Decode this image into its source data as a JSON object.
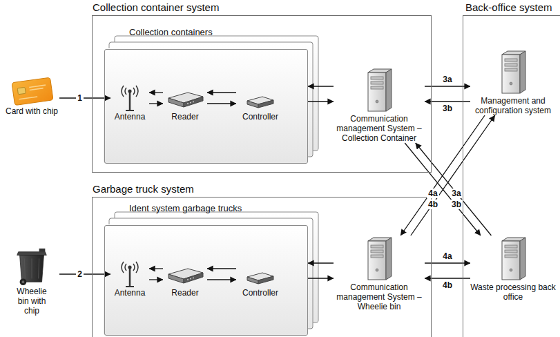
{
  "diagram": {
    "nodes": [
      {
        "text": [
          "Collection container system"
        ]
      },
      {
        "text": [
          "Collection containers"
        ],
        "in": 0
      },
      {
        "text": [
          "Antenna"
        ],
        "in": 1
      },
      {
        "text": [
          "Reader"
        ],
        "in": 1
      },
      {
        "text": [
          "Controller"
        ],
        "in": 1
      },
      {
        "text": [
          "Communication management System – Collection Container"
        ],
        "in": 0
      },
      {
        "text": [
          "Card with chip"
        ]
      },
      {
        "text": [
          "Back-office system"
        ]
      },
      {
        "text": [
          "Management and configuration system"
        ],
        "in": 7
      },
      {
        "text": [
          "Waste processing back office"
        ],
        "in": 7
      },
      {
        "text": [
          "Garbage truck system"
        ]
      },
      {
        "text": [
          "Ident system garbage trucks"
        ],
        "in": 10
      },
      {
        "text": [
          "Antenna"
        ],
        "in": 11
      },
      {
        "text": [
          "Reader"
        ],
        "in": 11
      },
      {
        "text": [
          "Controller"
        ],
        "in": 11
      },
      {
        "text": [
          "Communication management System – Wheelie bin"
        ],
        "in": 10
      },
      {
        "text": [
          "Wheelie bin with chip"
        ]
      }
    ],
    "edges": [
      {
        "from": 6,
        "to": 2,
        "label": "1",
        "arrow": "to"
      },
      {
        "from": 3,
        "to": 2,
        "arrow": "to"
      },
      {
        "from": 2,
        "to": 3,
        "arrow": "to"
      },
      {
        "from": 4,
        "to": 3,
        "arrow": "to"
      },
      {
        "from": 3,
        "to": 4,
        "arrow": "to"
      },
      {
        "from": 5,
        "to": 1,
        "arrow": "to"
      },
      {
        "from": 1,
        "to": 5,
        "arrow": "to"
      },
      {
        "from": 5,
        "to": 8,
        "label": "3a",
        "arrow": "to"
      },
      {
        "from": 8,
        "to": 5,
        "label": "3b",
        "arrow": "to"
      },
      {
        "from": 5,
        "to": 9,
        "label": "3a",
        "arrow": "to"
      },
      {
        "from": 9,
        "to": 5,
        "label": "3b",
        "arrow": "to"
      },
      {
        "from": 16,
        "to": 12,
        "label": "2",
        "arrow": "to"
      },
      {
        "from": 13,
        "to": 12,
        "arrow": "to"
      },
      {
        "from": 12,
        "to": 13,
        "arrow": "to"
      },
      {
        "from": 14,
        "to": 13,
        "arrow": "to"
      },
      {
        "from": 13,
        "to": 14,
        "arrow": "to"
      },
      {
        "from": 15,
        "to": 11,
        "arrow": "to"
      },
      {
        "from": 11,
        "to": 15,
        "arrow": "to"
      },
      {
        "from": 15,
        "to": 9,
        "label": "4a",
        "arrow": "to"
      },
      {
        "from": 9,
        "to": 15,
        "label": "4b",
        "arrow": "to"
      },
      {
        "from": 15,
        "to": 8,
        "label": "4a",
        "arrow": "to"
      },
      {
        "from": 8,
        "to": 15,
        "label": "4b",
        "arrow": "to"
      }
    ]
  }
}
